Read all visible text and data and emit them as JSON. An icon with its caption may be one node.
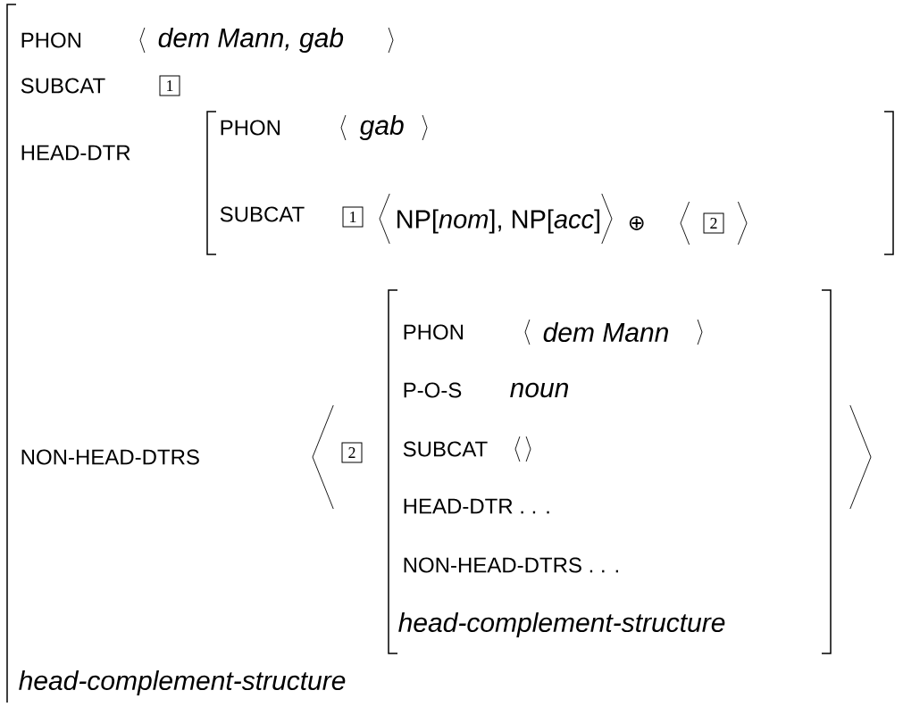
{
  "diagram": {
    "nodes": [
      {
        "text": [
          "1"
        ]
      },
      {
        "text": [
          "1"
        ]
      },
      {
        "text": [
          "2"
        ]
      },
      {
        "text": [
          "2"
        ]
      }
    ],
    "labels": [
      "PHON",
      "dem Mann, gab",
      "SUBCAT",
      "HEAD-DTR",
      "PHON",
      "gab",
      "SUBCAT",
      "NP[*nom*], NP[*acc*]",
      "⊕",
      "NON-HEAD-DTRS",
      "PHON",
      "dem Mann",
      "P-O-S",
      "noun",
      "SUBCAT",
      "HEAD-DTR . . .",
      "NON-HEAD-DTRS . . .",
      "head-complement-structure",
      "head-complement-structure"
    ]
  }
}
